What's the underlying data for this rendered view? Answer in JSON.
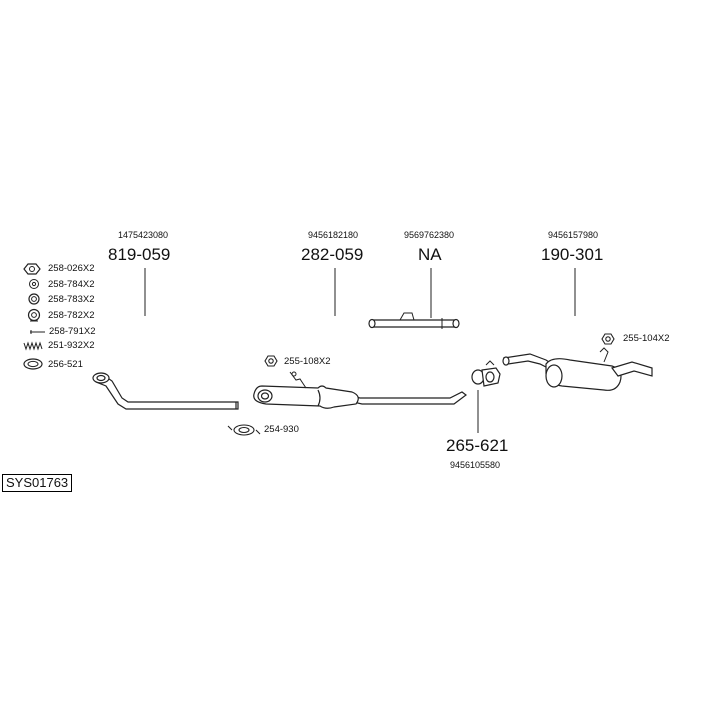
{
  "system_code": "SYS01763",
  "parts": {
    "front_pipe": {
      "oem": "1475423080",
      "number": "819-059"
    },
    "middle_silencer": {
      "oem": "9456182180",
      "number": "282-059"
    },
    "connector_pipe": {
      "oem": "9569762380",
      "number": "NA"
    },
    "rear_silencer": {
      "oem": "9456157980",
      "number": "190-301"
    },
    "clamp": {
      "oem": "9456105580",
      "number": "265-621"
    }
  },
  "legend_items": [
    "258-026X2",
    "258-784X2",
    "258-783X2",
    "258-782X2",
    "258-791X2",
    "251-932X2",
    "256-521"
  ],
  "accessories": {
    "mid_nut": "255-108X2",
    "mid_clamp": "254-930",
    "rear_nut": "255-104X2"
  },
  "colors": {
    "line": "#222222",
    "fill": "#ffffff",
    "shade": "#888888"
  }
}
